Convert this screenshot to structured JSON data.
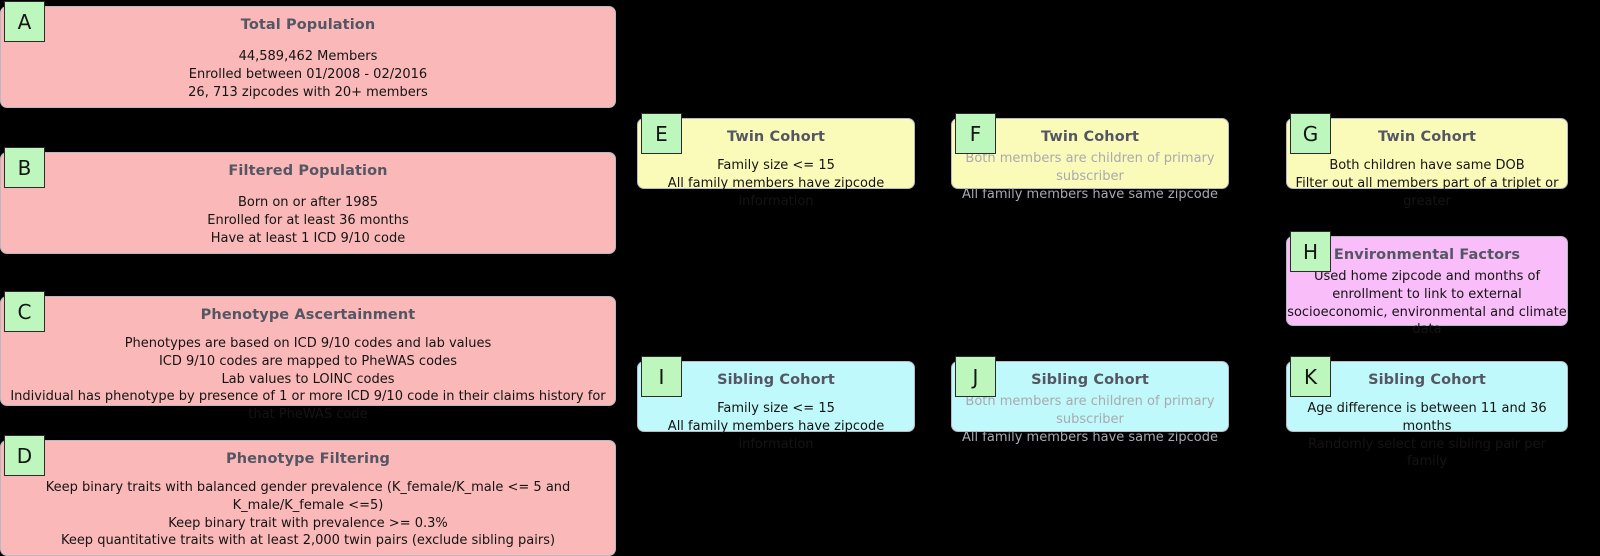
{
  "figure": {
    "background_color": "#000000",
    "badge_color": "#bdf7bd",
    "title_color": "#545663",
    "muted_text_color": "#a9a9b0"
  },
  "panels": [
    {
      "letter": "A",
      "title": "Total Population",
      "body": "44,589,462 Members\nEnrolled between 01/2008 - 02/2016\n26, 713 zipcodes with 20+ members",
      "fill": "#fab9b8",
      "muted": false
    },
    {
      "letter": "B",
      "title": "Filtered Population",
      "body": "Born on or after 1985\nEnrolled for at least 36 months\nHave at least 1 ICD 9/10 code",
      "fill": "#fab9b8",
      "muted": false
    },
    {
      "letter": "C",
      "title": "Phenotype Ascertainment",
      "body": "Phenotypes are based on ICD 9/10 codes and lab values\nICD 9/10 codes are mapped to PheWAS codes\nLab values to LOINC codes\nIndividual has phenotype by presence of 1 or more ICD 9/10 code in their claims history for that PheWAS code",
      "fill": "#fab9b8",
      "muted": false
    },
    {
      "letter": "D",
      "title": "Phenotype Filtering",
      "body": "Keep binary traits with balanced gender prevalence (K_female/K_male <= 5 and K_male/K_female <=5)\nKeep binary trait with prevalence >= 0.3%\nKeep quantitative traits with at least 2,000 twin pairs (exclude sibling pairs)",
      "fill": "#fab9b8",
      "muted": false
    },
    {
      "letter": "E",
      "title": "Twin Cohort",
      "body": "Family size <= 15\nAll family members have zipcode information",
      "fill": "#fbfbb9",
      "muted": false
    },
    {
      "letter": "F",
      "title": "Twin Cohort",
      "body": "Both members are children of primary subscriber\nAll family members have same zipcode",
      "fill": "#fbfbb9",
      "muted": true
    },
    {
      "letter": "G",
      "title": "Twin Cohort",
      "body": "Both children have same DOB\nFilter out all members part of a triplet or greater",
      "fill": "#fbfbb9",
      "muted": false
    },
    {
      "letter": "H",
      "title": "Environmental Factors",
      "body": "Used home zipcode and months of enrollment to link to external socioeconomic, environmental and climate data",
      "fill": "#f9bdf9",
      "muted": false
    },
    {
      "letter": "I",
      "title": "Sibling Cohort",
      "body": "Family size <= 15\nAll family members have zipcode information",
      "fill": "#bff9fb",
      "muted": false
    },
    {
      "letter": "J",
      "title": "Sibling Cohort",
      "body": "Both members are children of primary subscriber\nAll family members have same zipcode",
      "fill": "#bff9fb",
      "muted": true
    },
    {
      "letter": "K",
      "title": "Sibling Cohort",
      "body": "Age difference is between 11 and 36 months\nRandomly select one sibling pair per family",
      "fill": "#bff9fb",
      "muted": false
    }
  ]
}
